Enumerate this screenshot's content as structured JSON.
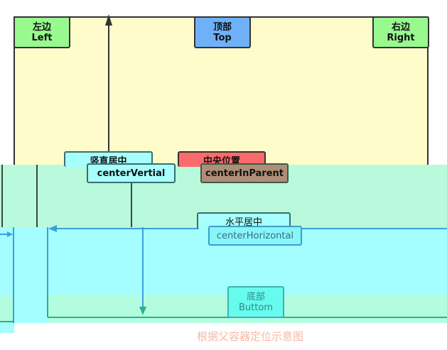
{
  "diagram": {
    "caption": "根据父容器定位示意图",
    "boxes": {
      "left": {
        "cn": "左边",
        "en": "Left"
      },
      "top": {
        "cn": "顶部",
        "en": "Top"
      },
      "right": {
        "cn": "右边",
        "en": "Right"
      },
      "center_vertical": {
        "cn": "竖直居中",
        "en": "centerVertial"
      },
      "center_in_parent": {
        "cn": "中央位置",
        "en": "centerInParent"
      },
      "center_horizontal": {
        "cn": "水平居中",
        "en": "centerHorizontal"
      },
      "bottom": {
        "cn": "底部",
        "en": "Buttom"
      }
    },
    "colors": {
      "container_fill": "#fffccb",
      "corner_box": "#98f98f",
      "top_box": "#6fb1f8",
      "center_vertical_box": "#a6fffd",
      "center_in_parent_box": "#fb6b6b",
      "arrow_blue": "#3a9fe0",
      "arrow_teal": "#2bb08d",
      "caption": "#f7b8a5"
    }
  }
}
